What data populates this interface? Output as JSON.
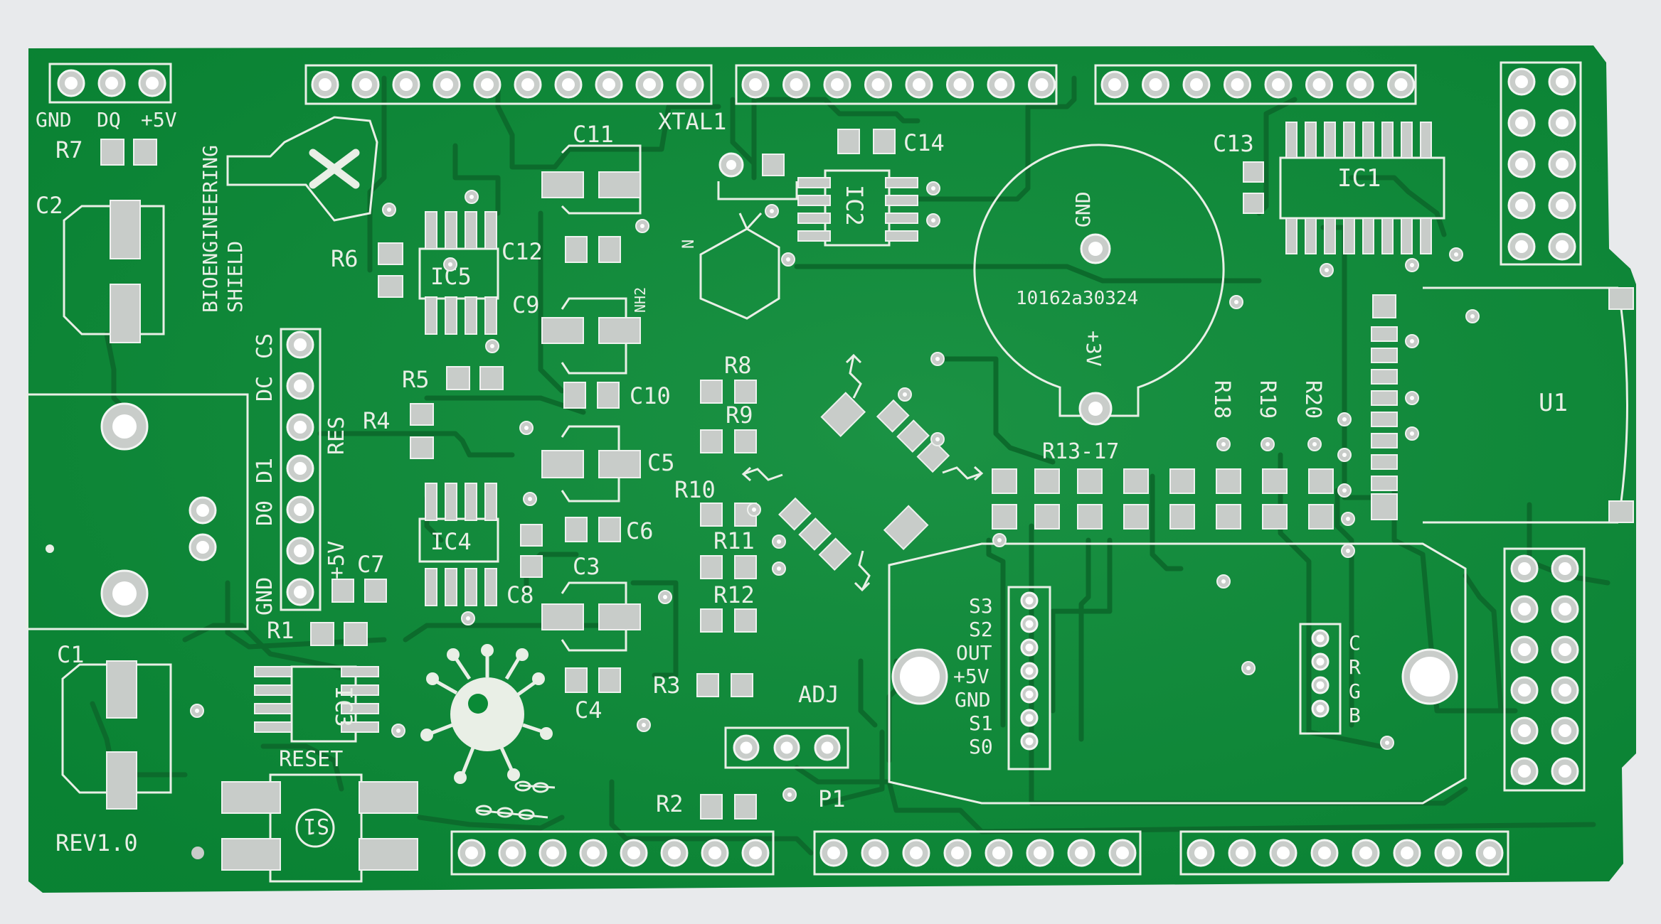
{
  "colors": {
    "board": "#0a8a36",
    "trace": "#0c6b2c",
    "silkscreen": "#e9efe6",
    "pad": "#c8ccc9",
    "background": "#e8eaec"
  },
  "labels": {
    "gnd_top": "GND",
    "dq": "DQ",
    "plus5v_top": "+5V",
    "r7": "R7",
    "c2": "C2",
    "bioengineering": "BIOENGINEERING",
    "shield": "SHIELD",
    "c11": "C11",
    "xtal1": "XTAL1",
    "c14": "C14",
    "c13": "C13",
    "ic1": "IC1",
    "ic2": "IC2",
    "r6": "R6",
    "c12": "C12",
    "ic5": "IC5",
    "c9": "C9",
    "nh2": "NH2",
    "n_label": "N",
    "gnd_speaker": "GND",
    "speaker_code": "10162a30324",
    "plus3v": "+3V",
    "r5": "R5",
    "r4": "R4",
    "r8": "R8",
    "r9": "R9",
    "c10": "C10",
    "r10": "R10",
    "r11": "R11",
    "r12": "R12",
    "c5": "C5",
    "c6": "C6",
    "r13_17": "R13-17",
    "r18": "R18",
    "r19": "R19",
    "r20": "R20",
    "u1": "U1",
    "dc": "DC",
    "cs": "CS",
    "res": "RES",
    "d1": "D1",
    "d0": "D0",
    "plus5v_side": "+5V",
    "gnd_side": "GND",
    "ic4": "IC4",
    "c7": "C7",
    "c3": "C3",
    "c8": "C8",
    "r1": "R1",
    "c1": "C1",
    "ic3": "IC3",
    "r3": "R3",
    "adj": "ADJ",
    "c4": "C4",
    "reset": "RESET",
    "s1": "S1",
    "rev": "REV1.0",
    "r2": "R2",
    "p1": "P1",
    "s3": "S3",
    "s2": "S2",
    "out": "OUT",
    "plus5v_sensor": "+5V",
    "gnd_sensor": "GND",
    "s1_sensor": "S1",
    "s0_sensor": "S0",
    "c_rgb": "C",
    "r_rgb": "R",
    "g_rgb": "G",
    "b_rgb": "B"
  }
}
